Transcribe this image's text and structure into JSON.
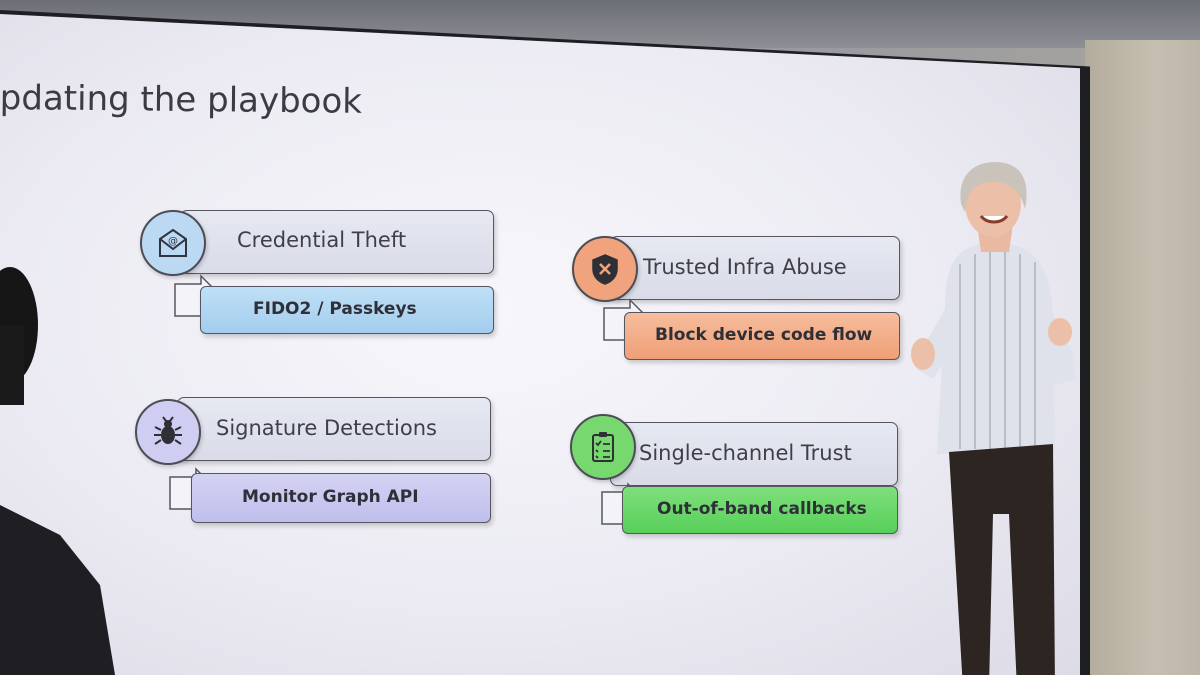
{
  "slide": {
    "title": "pdating the playbook"
  },
  "cards": [
    {
      "threat": "Credential Theft",
      "action": "FIDO2 / Passkeys",
      "icon": "email-at-icon",
      "accent": "#a9d3f0",
      "badge": "#bcd9f3"
    },
    {
      "threat": "Trusted Infra Abuse",
      "action": "Block device code flow",
      "icon": "shield-x-icon",
      "accent": "#f2b08d",
      "badge": "#f0a37c"
    },
    {
      "threat": "Signature Detections",
      "action": "Monitor Graph API",
      "icon": "bug-icon",
      "accent": "#c9c8ef",
      "badge": "#cfcdf1"
    },
    {
      "threat": "Single-channel Trust",
      "action": "Out-of-band callbacks",
      "icon": "clipboard-check-icon",
      "accent": "#68d66a",
      "badge": "#76d86e"
    }
  ],
  "colors": {
    "slide_background": "#f1f1f6",
    "text": "#3e3f48",
    "border": "#55565f"
  }
}
